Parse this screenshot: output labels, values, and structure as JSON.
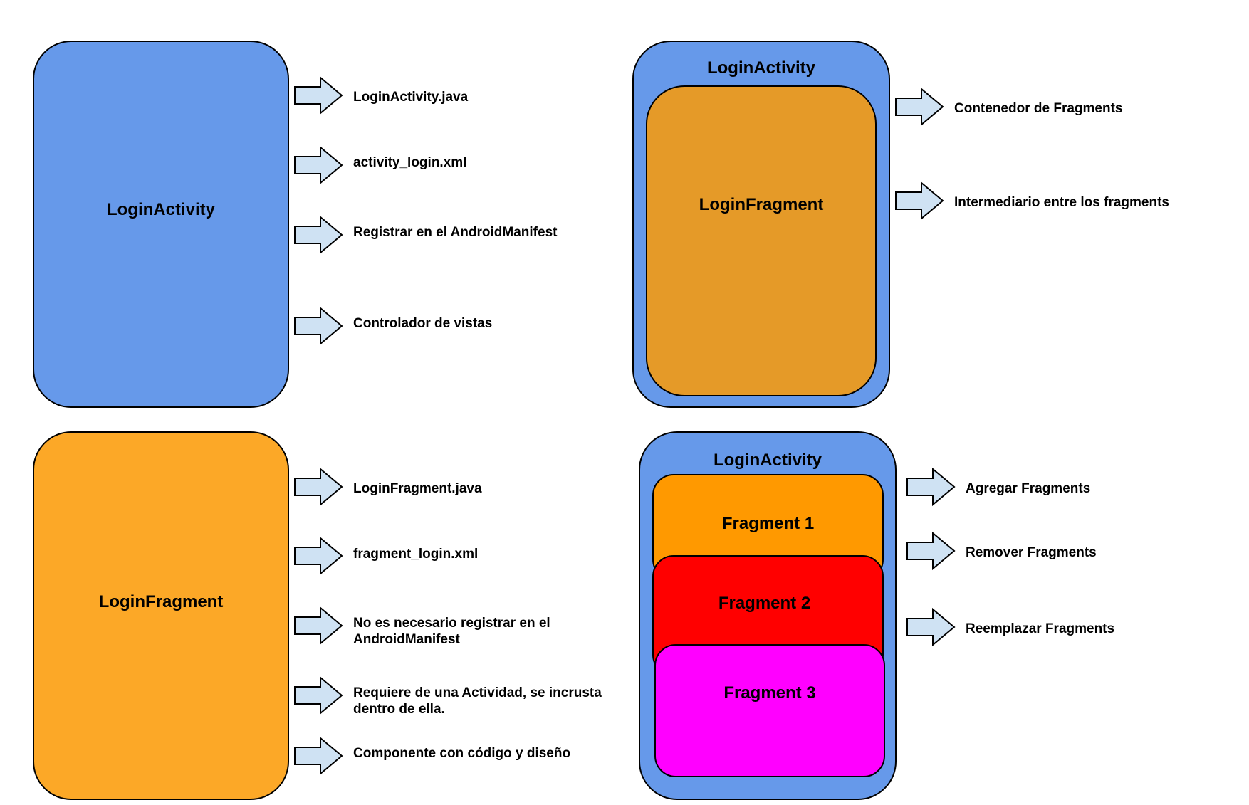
{
  "quadrant_activity": {
    "box_title": "LoginActivity",
    "items": [
      "LoginActivity.java",
      "activity_login.xml",
      "Registrar en el AndroidManifest",
      "Controlador de vistas"
    ]
  },
  "quadrant_activity_container": {
    "outer_title": "LoginActivity",
    "inner_title": "LoginFragment",
    "items": [
      "Contenedor de Fragments",
      "Intermediario entre los fragments"
    ]
  },
  "quadrant_fragment": {
    "box_title": "LoginFragment",
    "items": [
      "LoginFragment.java",
      "fragment_login.xml",
      "No es necesario registrar en el",
      "AndroidManifest",
      "Requiere de una Actividad, se incrusta",
      "dentro de ella.",
      "Componente con código y diseño"
    ]
  },
  "quadrant_fragments_stack": {
    "outer_title": "LoginActivity",
    "fragments": [
      "Fragment 1",
      "Fragment 2",
      "Fragment 3"
    ],
    "items": [
      "Agregar  Fragments",
      "Remover  Fragments",
      "Reemplazar  Fragments"
    ]
  },
  "colors": {
    "activity_blue": "#6699ea",
    "fragment_orange": "#fca827",
    "inner_fragment_orange": "#e59a28",
    "fragment_1": "#ff9900",
    "fragment_2": "#ff0000",
    "fragment_3": "#ff00ff",
    "arrow_fill": "#cfe2f3"
  },
  "icons": {
    "arrow": "right-arrow-icon"
  }
}
